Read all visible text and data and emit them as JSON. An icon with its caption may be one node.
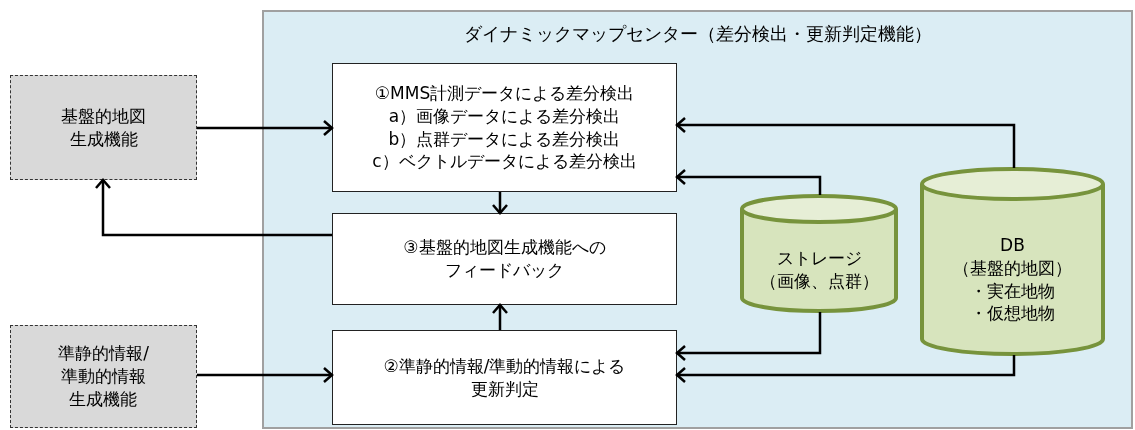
{
  "diagram": {
    "nodes": [
      {
        "text": [
          "ダイナミックマップセンター（差分検出・更新判定機能）"
        ]
      },
      {
        "text": [
          "基盤的地図生成機能"
        ]
      },
      {
        "text": [
          "①MMS計測データによる差分検出",
          "a）画像データによる差分検出",
          "b）点群データによる差分検出",
          "c）ベクトルデータによる差分検出"
        ],
        "in": 0
      },
      {
        "text": [
          "③基盤的地図生成機能へのフィードバック"
        ],
        "in": 0
      },
      {
        "text": [
          "ストレージ",
          "（画像、点群）"
        ],
        "in": 0
      },
      {
        "text": [
          "DB",
          "（基盤的地図）",
          "・実在地物",
          "・仮想地物"
        ],
        "in": 0
      },
      {
        "text": [
          "準静的情報/準動的情報生成機能"
        ]
      },
      {
        "text": [
          "②準静的情報/準動的情報による更新判定"
        ],
        "in": 0
      }
    ],
    "edges": [
      {
        "from": 1,
        "to": 2,
        "arrow": "to"
      },
      {
        "from": 5,
        "to": 2,
        "arrow": "to"
      },
      {
        "from": 4,
        "to": 2,
        "arrow": "to"
      },
      {
        "from": 2,
        "to": 3,
        "arrow": "to"
      },
      {
        "from": 3,
        "to": 1,
        "arrow": "to"
      },
      {
        "from": 7,
        "to": 3,
        "arrow": "to"
      },
      {
        "from": 6,
        "to": 7,
        "arrow": "to"
      },
      {
        "from": 4,
        "to": 7,
        "arrow": "to"
      },
      {
        "from": 5,
        "to": 7,
        "arrow": "to"
      }
    ]
  }
}
